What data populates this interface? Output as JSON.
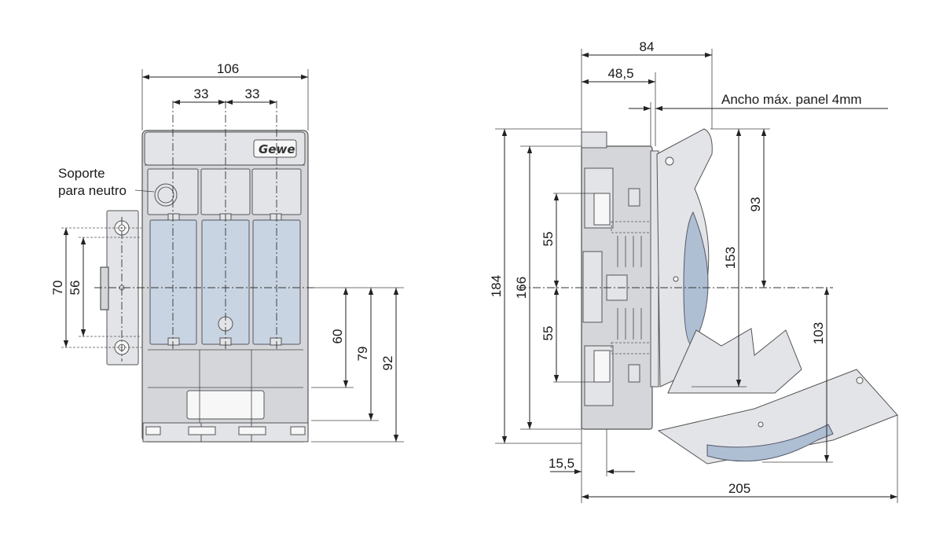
{
  "brand_logo_text": "Gewe",
  "labels": {
    "soporte_line1": "Soporte",
    "soporte_line2": "para neutro",
    "panel_note": "Ancho máx. panel 4mm"
  },
  "front_view": {
    "width_total": "106",
    "pitch_left": "33",
    "pitch_right": "33",
    "neutral_outer": "70",
    "neutral_inner": "56",
    "height_60": "60",
    "height_79": "79",
    "height_92": "92"
  },
  "side_view": {
    "depth_total": "84",
    "depth_panel": "48,5",
    "height_184": "184",
    "height_166": "166",
    "upper_55": "55",
    "lower_55": "55",
    "handle_153": "153",
    "handle_93": "93",
    "handle_103": "103",
    "offset_15_5": "15,5",
    "open_205": "205"
  }
}
